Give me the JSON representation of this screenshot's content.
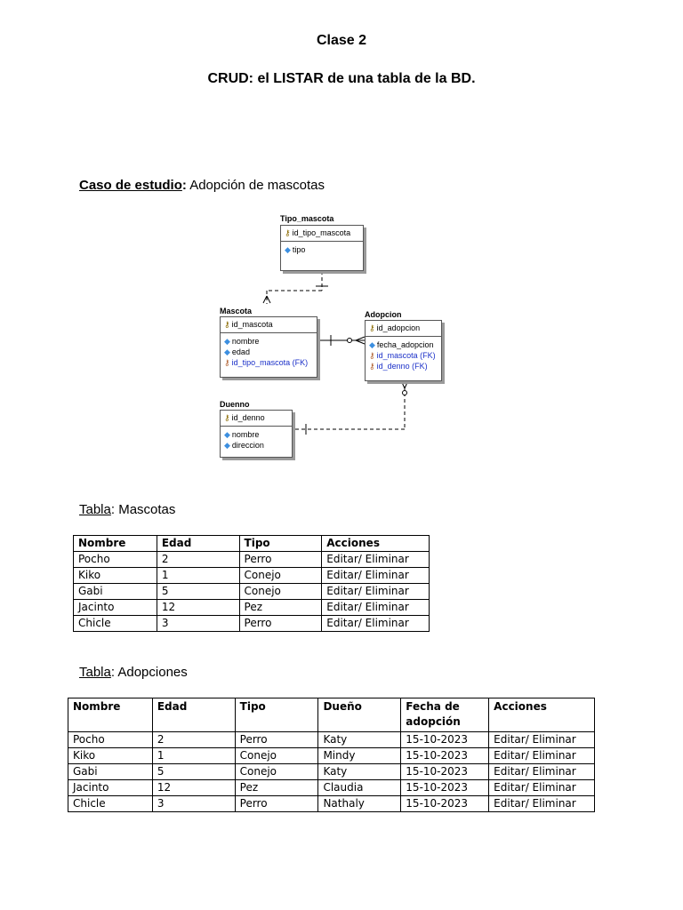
{
  "header": {
    "title": "Clase 2",
    "subtitle": "CRUD: el LISTAR de una tabla de la BD."
  },
  "case_study": {
    "label": "Caso de estudio",
    "colon": ":",
    "text": " Adopción de mascotas"
  },
  "diagram": {
    "entities": {
      "tipo_mascota": {
        "name": "Tipo_mascota",
        "pk": "id_tipo_mascota",
        "attrs": [
          "tipo"
        ]
      },
      "mascota": {
        "name": "Mascota",
        "pk": "id_mascota",
        "attrs": [
          "nombre",
          "edad"
        ],
        "fk": [
          "id_tipo_mascota (FK)"
        ]
      },
      "adopcion": {
        "name": "Adopcion",
        "pk": "id_adopcion",
        "attrs": [
          "fecha_adopcion"
        ],
        "fk": [
          "id_mascota (FK)",
          "id_denno (FK)"
        ]
      },
      "duenno": {
        "name": "Duenno",
        "pk": "id_denno",
        "attrs": [
          "nombre",
          "direccion"
        ]
      }
    }
  },
  "table1": {
    "caption_label": "Tabla",
    "caption_text": ": Mascotas",
    "headers": [
      "Nombre",
      "Edad",
      "Tipo",
      "Acciones"
    ],
    "rows": [
      [
        "Pocho",
        "2",
        "Perro",
        "Editar/ Eliminar"
      ],
      [
        "Kiko",
        "1",
        "Conejo",
        "Editar/ Eliminar"
      ],
      [
        "Gabi",
        "5",
        "Conejo",
        "Editar/ Eliminar"
      ],
      [
        "Jacinto",
        "12",
        "Pez",
        "Editar/ Eliminar"
      ],
      [
        "Chicle",
        "3",
        "Perro",
        "Editar/ Eliminar"
      ]
    ]
  },
  "table2": {
    "caption_label": "Tabla",
    "caption_text": ": Adopciones",
    "headers": [
      "Nombre",
      "Edad",
      "Tipo",
      "Dueño",
      "Fecha de adopción",
      "Acciones"
    ],
    "rows": [
      [
        "Pocho",
        "2",
        "Perro",
        "Katy",
        "15-10-2023",
        "Editar/ Eliminar"
      ],
      [
        "Kiko",
        "1",
        "Conejo",
        "Mindy",
        "15-10-2023",
        "Editar/ Eliminar"
      ],
      [
        "Gabi",
        "5",
        "Conejo",
        "Katy",
        "15-10-2023",
        "Editar/ Eliminar"
      ],
      [
        "Jacinto",
        "12",
        "Pez",
        "Claudia",
        "15-10-2023",
        "Editar/ Eliminar"
      ],
      [
        "Chicle",
        "3",
        "Perro",
        "Nathaly",
        "15-10-2023",
        "Editar/ Eliminar"
      ]
    ]
  }
}
